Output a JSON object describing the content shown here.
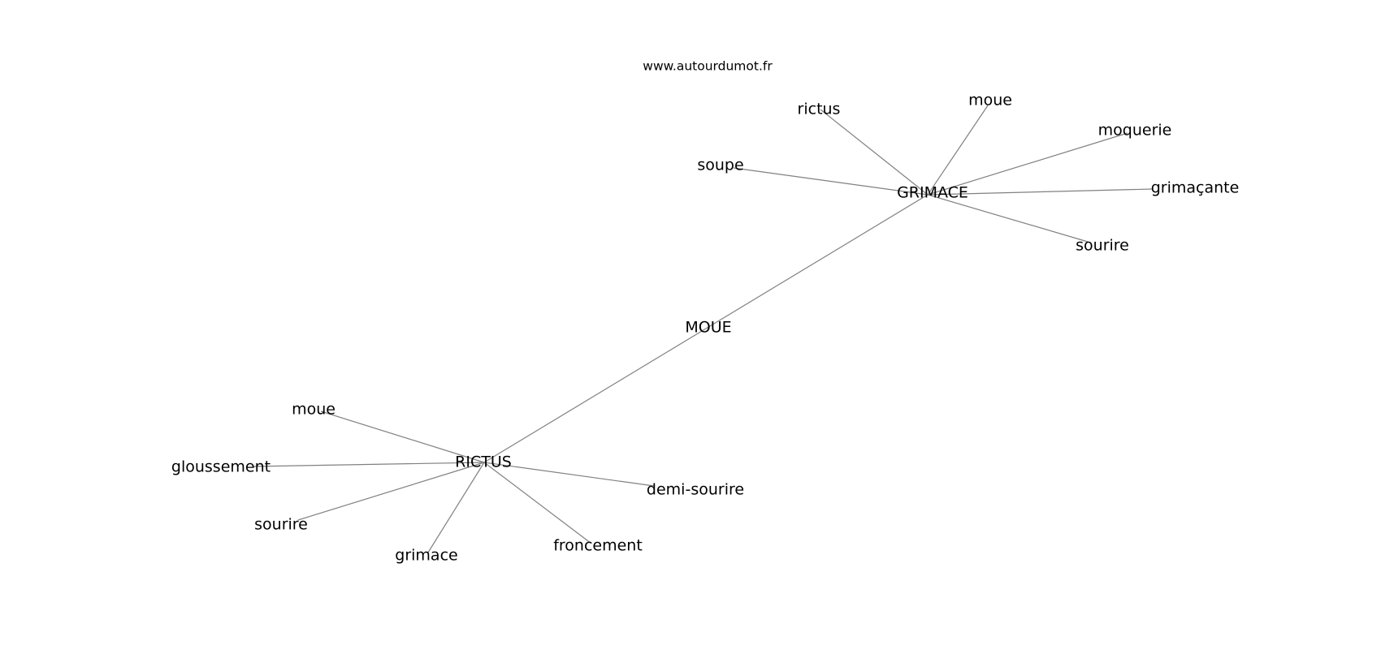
{
  "source_label": "www.autourdumot.fr",
  "graph": {
    "nodes": [
      {
        "id": "moue-center",
        "label": "MOUE"
      },
      {
        "id": "grimace-hub",
        "label": "GRIMACE"
      },
      {
        "id": "rictus-hub",
        "label": "RICTUS"
      },
      {
        "id": "g-rictus",
        "label": "rictus"
      },
      {
        "id": "g-moue",
        "label": "moue"
      },
      {
        "id": "g-moquerie",
        "label": "moquerie"
      },
      {
        "id": "g-soupe",
        "label": "soupe"
      },
      {
        "id": "g-grimacante",
        "label": "grimaçante"
      },
      {
        "id": "g-sourire",
        "label": "sourire"
      },
      {
        "id": "r-moue",
        "label": "moue"
      },
      {
        "id": "r-gloussement",
        "label": "gloussement"
      },
      {
        "id": "r-demi-sourire",
        "label": "demi-sourire"
      },
      {
        "id": "r-sourire",
        "label": "sourire"
      },
      {
        "id": "r-froncement",
        "label": "froncement"
      },
      {
        "id": "r-grimace",
        "label": "grimace"
      }
    ],
    "edges": [
      [
        "grimace-hub",
        "rictus-hub"
      ],
      [
        "grimace-hub",
        "g-rictus"
      ],
      [
        "grimace-hub",
        "g-moue"
      ],
      [
        "grimace-hub",
        "g-moquerie"
      ],
      [
        "grimace-hub",
        "g-soupe"
      ],
      [
        "grimace-hub",
        "g-grimacante"
      ],
      [
        "grimace-hub",
        "g-sourire"
      ],
      [
        "rictus-hub",
        "r-moue"
      ],
      [
        "rictus-hub",
        "r-gloussement"
      ],
      [
        "rictus-hub",
        "r-demi-sourire"
      ],
      [
        "rictus-hub",
        "r-sourire"
      ],
      [
        "rictus-hub",
        "r-froncement"
      ],
      [
        "rictus-hub",
        "r-grimace"
      ]
    ]
  }
}
